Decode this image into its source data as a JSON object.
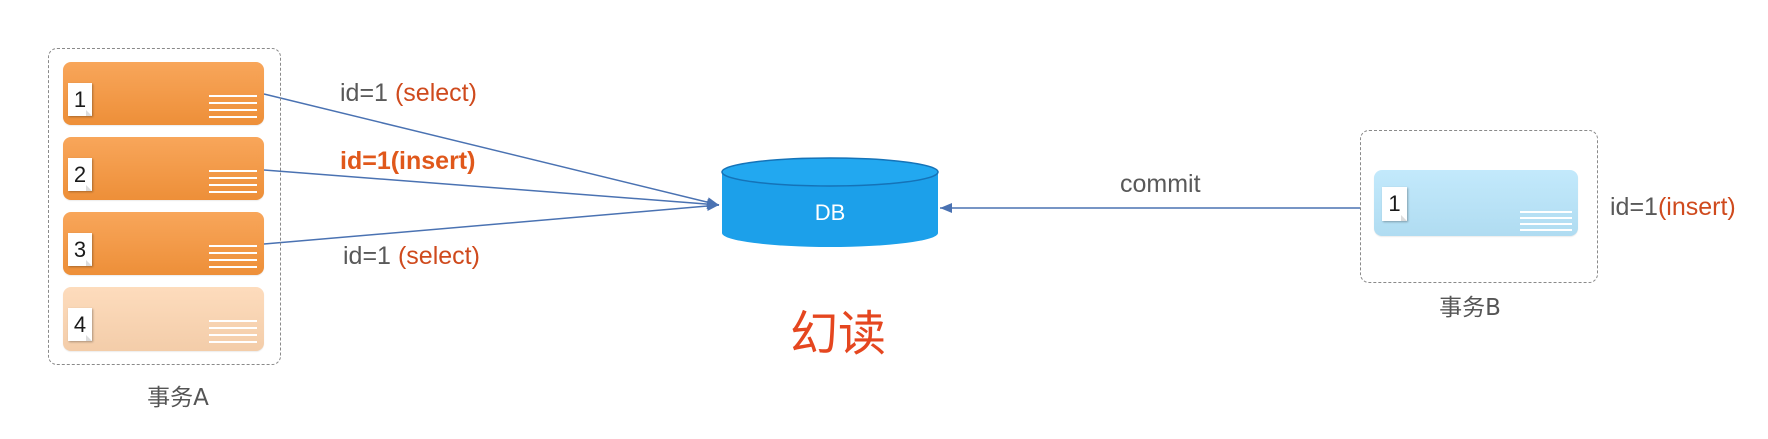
{
  "caption": "幻读",
  "transaction_a": {
    "label": "事务A",
    "cards": [
      {
        "number": "1",
        "color": "#f7953b"
      },
      {
        "number": "2",
        "color": "#f7953b"
      },
      {
        "number": "3",
        "color": "#f7953b"
      },
      {
        "number": "4",
        "color": "#fdd5b0"
      }
    ],
    "operations": [
      {
        "id_text": "id=1",
        "op_text": "(select)"
      },
      {
        "text": "id=1(insert)"
      },
      {
        "id_text": "id=1",
        "op_text": "(select)"
      }
    ]
  },
  "database": {
    "label": "DB",
    "color": "#1ca0ea",
    "top_color": "#22a8f0",
    "outline_color": "#1573b8"
  },
  "commit_label": "commit",
  "transaction_b": {
    "label": "事务B",
    "card": {
      "number": "1",
      "color": "#b7e5fb"
    },
    "operation": {
      "id_text": "id=1",
      "op_text": "(insert)"
    }
  },
  "colors": {
    "arrow": "#4a72b2",
    "text": "#595959",
    "operation": "#cf4a1d",
    "insert_bold": "#e0581b",
    "caption": "#e5461f",
    "dashed_border": "#8a8a8a"
  },
  "icons": {
    "card_note": "note-icon",
    "card_lines": "text-lines-icon",
    "arrow": "arrow-head-icon"
  }
}
